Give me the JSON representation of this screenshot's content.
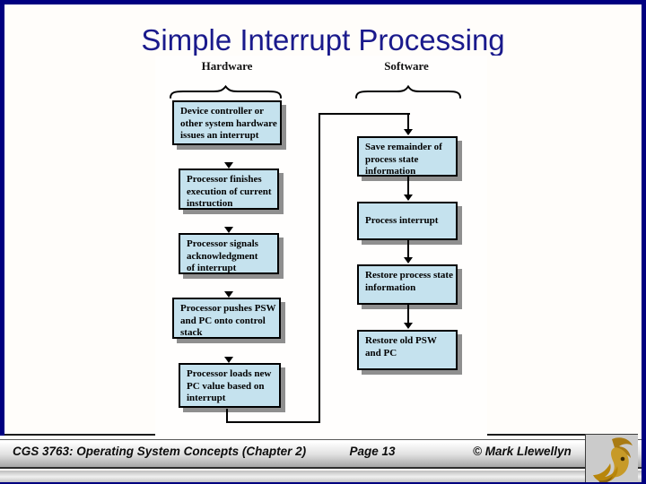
{
  "slide": {
    "title": "Simple Interrupt Processing",
    "colors": {
      "frame_navy": "#000080",
      "title_navy": "#1a1a8c",
      "box_fill_blue": "#c5e2ee",
      "box_shadow_gray": "#8f8f8f",
      "logo_gold": "#c79a28"
    }
  },
  "diagram": {
    "hardware": {
      "header": "Hardware",
      "boxes": [
        [
          "Device controller or",
          "other system hardware",
          "issues an interrupt"
        ],
        [
          "Processor finishes",
          "execution of current",
          "instruction"
        ],
        [
          "Processor signals",
          "acknowledgment",
          "of interrupt"
        ],
        [
          "Processor pushes PSW",
          "and PC onto control",
          "stack"
        ],
        [
          "Processor loads new",
          "PC value based on",
          "interrupt"
        ]
      ]
    },
    "software": {
      "header": "Software",
      "boxes": [
        [
          "Save remainder of",
          "process state",
          "information"
        ],
        [
          "Process interrupt"
        ],
        [
          "Restore process state",
          "information"
        ],
        [
          "Restore old PSW",
          "and PC"
        ]
      ]
    }
  },
  "footer": {
    "course": "CGS 3763: Operating System Concepts  (Chapter 2)",
    "page": "Page 13",
    "copyright": "© Mark Llewellyn",
    "logo": "ucf-pegasus"
  }
}
